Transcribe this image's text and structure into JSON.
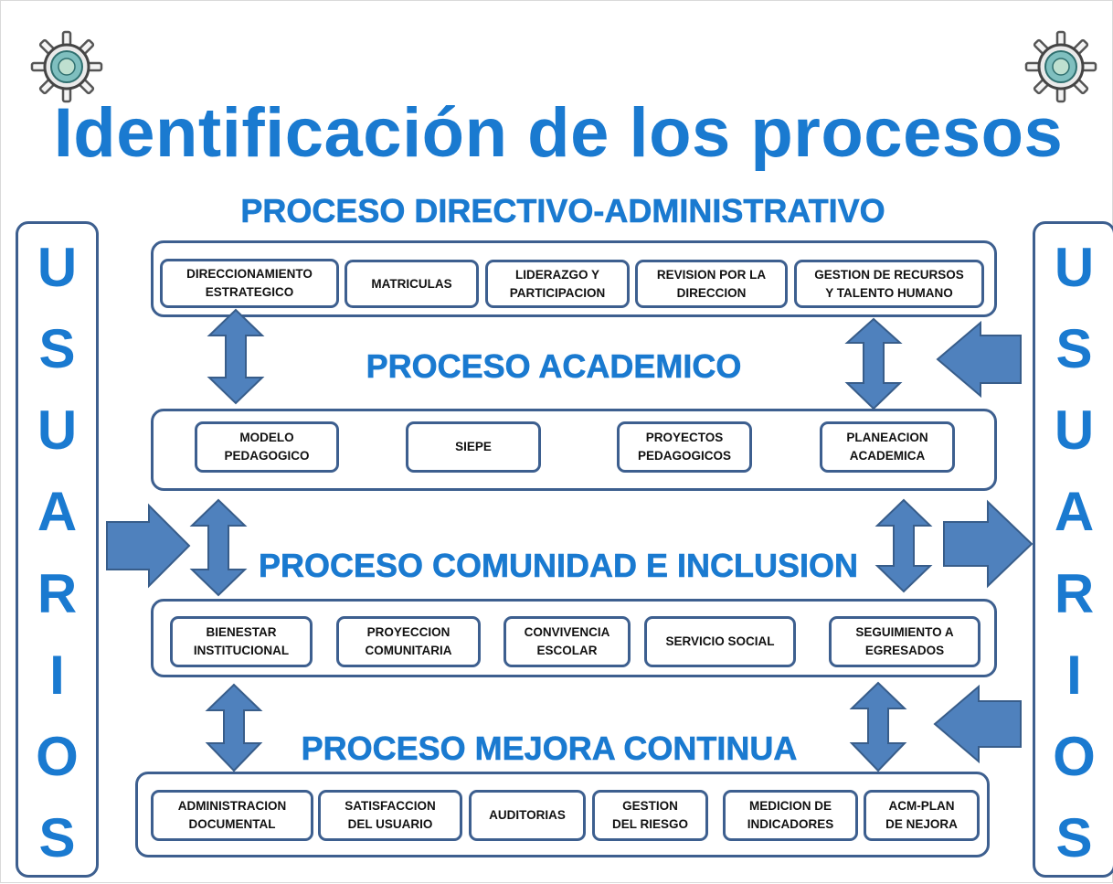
{
  "title": "Identificación de los procesos",
  "side_word": [
    "U",
    "S",
    "U",
    "A",
    "R",
    "I",
    "O",
    "S"
  ],
  "colors": {
    "accent": "#1a7ad0",
    "border": "#3d5f8f",
    "arrow_fill": "#4f81bd",
    "arrow_stroke": "#385d8a"
  },
  "icons": {
    "logo": "institution-seal-icon"
  },
  "sections": {
    "directivo": {
      "title": "PROCESO DIRECTIVO-ADMINISTRATIVO",
      "items": [
        "DIRECCIONAMIENTO\nESTRATEGICO",
        "MATRICULAS",
        "LIDERAZGO Y\nPARTICIPACION",
        "REVISION POR LA\nDIRECCION",
        "GESTION DE RECURSOS\nY TALENTO HUMANO"
      ]
    },
    "academico": {
      "title": "PROCESO ACADEMICO",
      "items": [
        "MODELO\nPEDAGOGICO",
        "SIEPE",
        "PROYECTOS\nPEDAGOGICOS",
        "PLANEACION\nACADEMICA"
      ]
    },
    "comunidad": {
      "title": "PROCESO COMUNIDAD E INCLUSION",
      "items": [
        "BIENESTAR\nINSTITUCIONAL",
        "PROYECCION\nCOMUNITARIA",
        "CONVIVENCIA\nESCOLAR",
        "SERVICIO SOCIAL",
        "SEGUIMIENTO A\nEGRESADOS"
      ]
    },
    "mejora": {
      "title": "PROCESO MEJORA CONTINUA",
      "items": [
        "ADMINISTRACION\nDOCUMENTAL",
        "SATISFACCION\nDEL USUARIO",
        "AUDITORIAS",
        "GESTION\nDEL RIESGO",
        "MEDICION DE\nINDICADORES",
        "ACM-PLAN\nDE NEJORA"
      ]
    }
  }
}
